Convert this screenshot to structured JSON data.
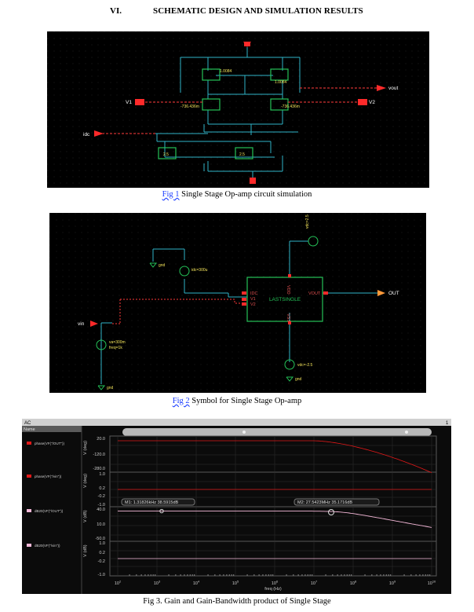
{
  "section": {
    "number": "VI.",
    "title": "SCHEMATIC DESIGN AND SIMULATION RESULTS"
  },
  "fig1": {
    "caption_prefix": "Fig 1",
    "caption_text": " Single Stage Op-amp circuit simulation",
    "labels": {
      "vout": "vout",
      "v1": "V1",
      "v2": "V2",
      "idc": "idc"
    },
    "device_values": [
      "1.0084",
      "1.0084",
      "-736.436m",
      "-736.436m",
      "2.5",
      "2.5"
    ]
  },
  "fig2": {
    "caption_prefix": "Fig 2",
    "caption_text": " Symbol for Single Stage Op-amp",
    "block_label": "LASTSINGLE",
    "pins": {
      "idc": "IDC",
      "v1": "V1",
      "v2": "V2",
      "vdd": "VDD",
      "vss": "VSS",
      "vout": "VOUT"
    },
    "out_label": "OUT",
    "vin_label": "vin",
    "idc_source": "idc=300u",
    "sine_source": [
      "va=300m",
      "freq=1k"
    ],
    "dc_source": "vdc=-2.5",
    "vdd_source": "vdc=2.5",
    "gnd_labels": [
      "gnd",
      "gnd",
      "gnd"
    ]
  },
  "fig3": {
    "caption": "Fig 3. Gain and Gain-Bandwidth product of Single Stage",
    "window_title": "AC",
    "panel_header": "Name",
    "corner_number": "1",
    "traces": [
      {
        "name": "phase(VF(\"/OUT\"))",
        "color": "#e01818"
      },
      {
        "name": "phase(VF(\"/vin\"))",
        "color": "#e01818"
      },
      {
        "name": "dB20(VF(\"/OUT\"))",
        "color": "#f4b8d8"
      },
      {
        "name": "dB20(VF(\"/vin\"))",
        "color": "#f4b8d8"
      }
    ],
    "y_axis_labels": [
      "V (deg)",
      "V (deg)",
      "V (dB)",
      "V (dB)"
    ],
    "y_ticks": [
      [
        "20.0",
        "-120.0",
        "-280.0"
      ],
      [
        "1.0",
        "0.2",
        "-0.2",
        "-1.0"
      ],
      [
        "40.0",
        "10.0",
        "-50.0"
      ],
      [
        "1.0",
        "0.2",
        "-0.2",
        "-1.0"
      ]
    ],
    "x_axis_label": "freq (Hz)",
    "x_tick_labels": [
      "10",
      "10",
      "10",
      "10",
      "10",
      "10",
      "10",
      "10",
      "10"
    ],
    "x_tick_exponents": [
      "2",
      "3",
      "4",
      "5",
      "6",
      "7",
      "8",
      "9",
      "10"
    ],
    "markers": [
      {
        "label": "M1: 1.31826kHz 38.5915dB",
        "freq_hz": 1318.26,
        "value_db": 38.5915
      },
      {
        "label": "M2: 27.5423MHz 35.1716dB",
        "freq_hz": 27542300,
        "value_db": 35.1716
      }
    ]
  },
  "colors": {
    "schematic_bg": "#000000",
    "wire": "#2fb5c8",
    "device": "#25c258",
    "pin": "#ff2a2a",
    "dashed": "#ff3a3a",
    "device_text": "#f2e35a",
    "plot_bg": "#0b0b0b",
    "grid": "#3a3a3a"
  }
}
